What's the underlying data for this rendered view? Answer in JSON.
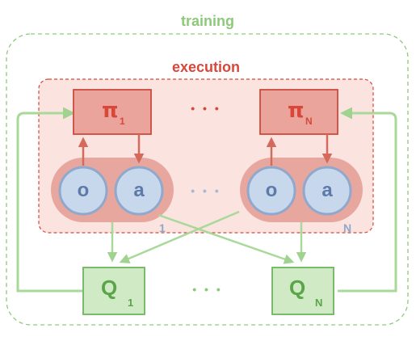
{
  "labels": {
    "training": "training",
    "execution": "execution"
  },
  "agents": [
    {
      "policy_symbol": "π",
      "policy_sub": "1",
      "obs": "o",
      "act": "a",
      "index": "1",
      "critic_symbol": "Q",
      "critic_sub": "1"
    },
    {
      "policy_symbol": "π",
      "policy_sub": "N",
      "obs": "o",
      "act": "a",
      "index": "N",
      "critic_symbol": "Q",
      "critic_sub": "N"
    }
  ],
  "ellipsis": "• • •",
  "colors": {
    "training": "#8cc97a",
    "execution": "#d9473a",
    "policy_fill": "#eaa49b",
    "policy_stroke": "#cc4b3d",
    "exec_bg": "#fbe3df",
    "pill_fill": "#e8a79e",
    "circle_fill": "#c8d8ec",
    "circle_stroke": "#8fa8cc",
    "circle_text": "#5d7aa8",
    "critic_fill": "#cfeac5",
    "critic_stroke": "#6fb55f",
    "critic_text": "#5aa548",
    "ellipsis_grey": "#a6b8d4"
  }
}
